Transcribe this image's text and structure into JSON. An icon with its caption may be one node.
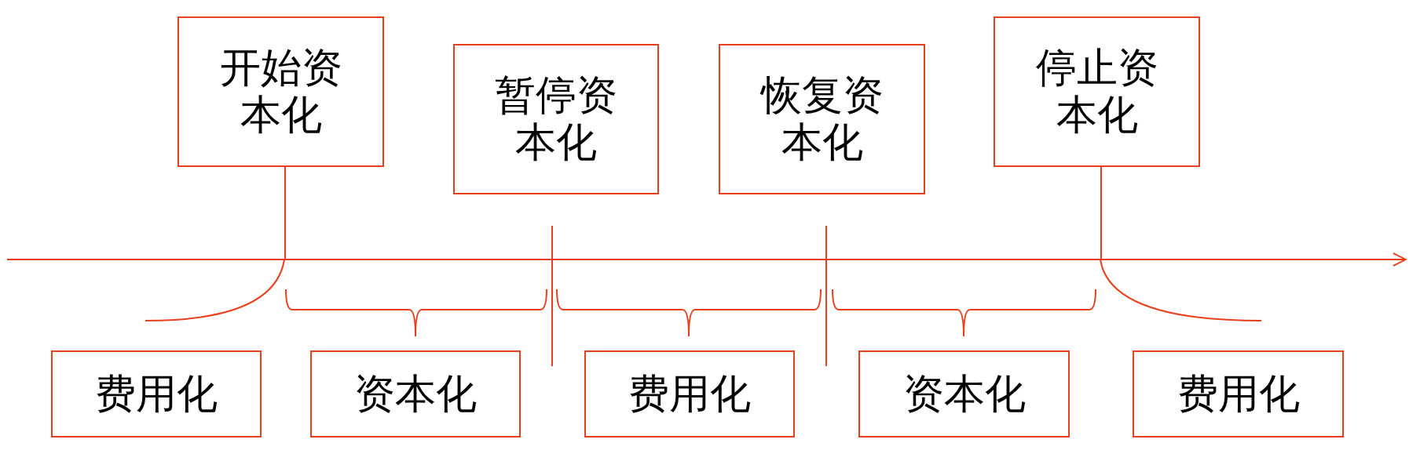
{
  "diagram": {
    "nodes": [
      {
        "text": [
          "开始资本化"
        ]
      },
      {
        "text": [
          "暂停资本化"
        ]
      },
      {
        "text": [
          "恢复资本化"
        ]
      },
      {
        "text": [
          "停止资本化"
        ]
      },
      {
        "text": [],
        "shape": "bar"
      },
      {
        "text": [
          "费用化"
        ]
      },
      {
        "text": [
          "资本化"
        ]
      },
      {
        "text": [
          "费用化"
        ]
      },
      {
        "text": [
          "资本化"
        ]
      },
      {
        "text": [
          "费用化"
        ]
      }
    ],
    "edges": [
      {
        "from": 0,
        "to": 4,
        "arrow": "none"
      },
      {
        "from": 3,
        "to": 4,
        "arrow": "none"
      }
    ]
  }
}
